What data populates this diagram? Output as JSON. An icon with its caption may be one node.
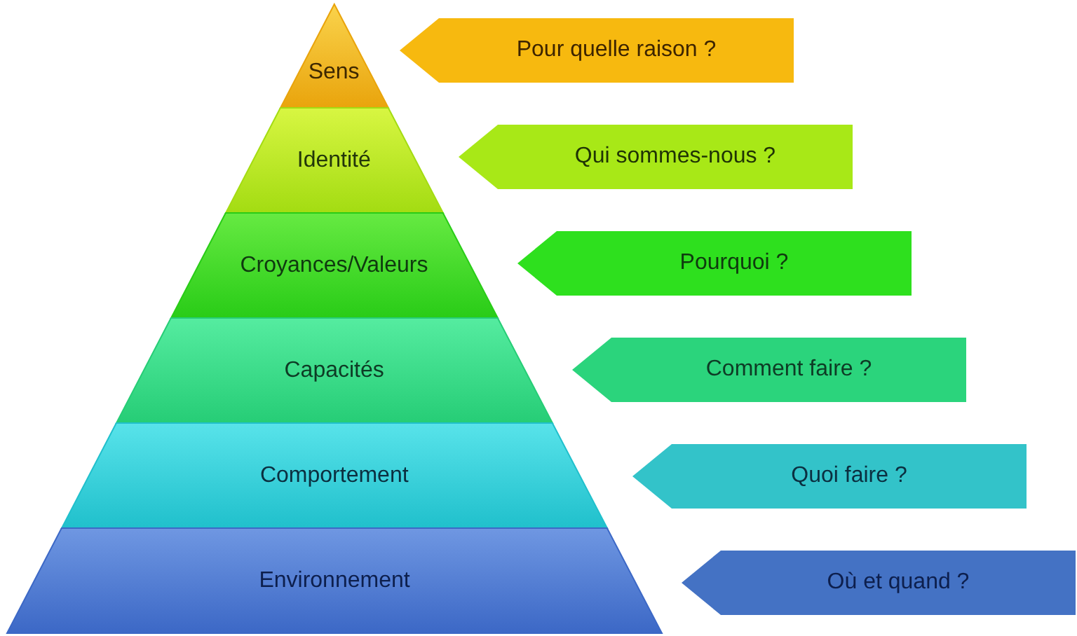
{
  "diagram": {
    "nodes": [
      {
        "text": [
          "Sens"
        ]
      },
      {
        "text": [
          "Pour quelle raison ?"
        ]
      },
      {
        "text": [
          "Identité"
        ]
      },
      {
        "text": [
          "Qui sommes-nous ?"
        ]
      },
      {
        "text": [
          "Croyances/Valeurs"
        ]
      },
      {
        "text": [
          "Pourquoi ?"
        ]
      },
      {
        "text": [
          "Capacités"
        ]
      },
      {
        "text": [
          "Comment faire ?"
        ]
      },
      {
        "text": [
          "Comportement"
        ]
      },
      {
        "text": [
          "Quoi faire ?"
        ]
      },
      {
        "text": [
          "Environnement"
        ]
      },
      {
        "text": [
          "Où et quand ?"
        ]
      }
    ]
  }
}
